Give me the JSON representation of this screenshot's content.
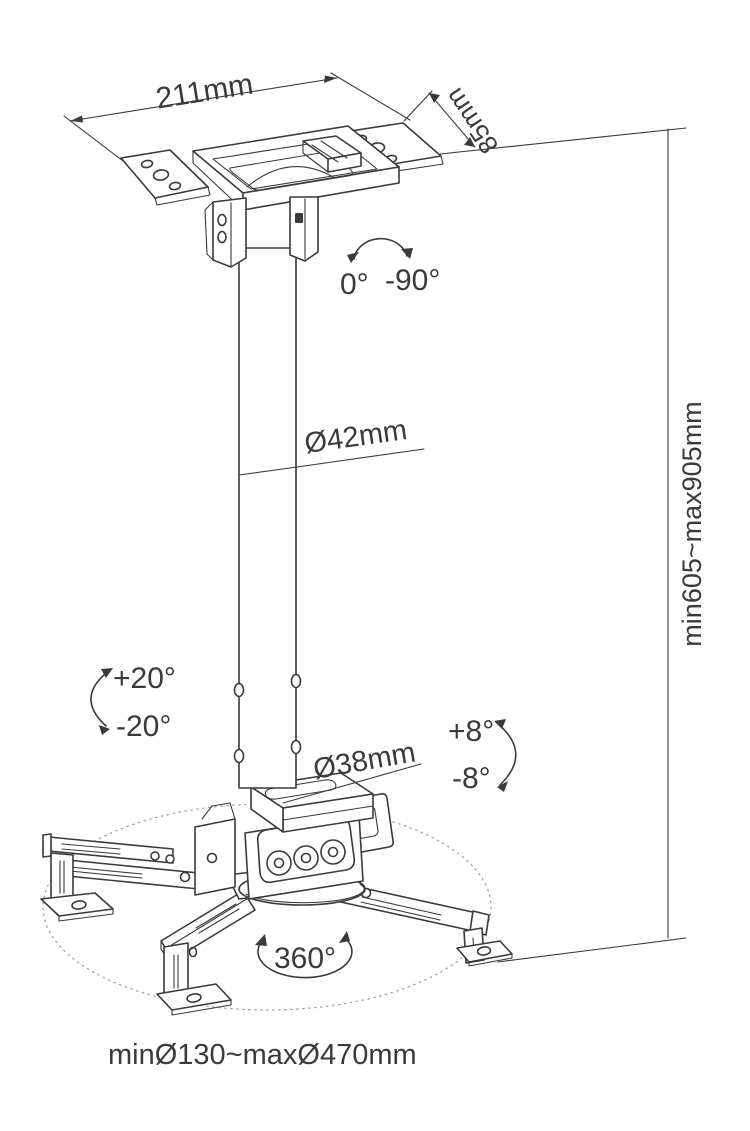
{
  "diagram": {
    "description": "Isometric technical line drawing of a projector ceiling mount with ceiling plate, telescoping drop pole and four adjustable spider arms",
    "colors": {
      "line": "#3a3a3a",
      "guide_line": "#9b9b9b",
      "text": "#3a3a3a",
      "background": "#ffffff"
    },
    "dimensions": {
      "plate_width": "211mm",
      "plate_depth": "85mm",
      "upper_pole_diameter": "Ø42mm",
      "lower_pole_diameter": "Ø38mm",
      "height_range": "min605~max905mm",
      "arm_spread_range": "minØ130~maxØ470mm"
    },
    "adjustments": {
      "pole_pivot_min": "0°",
      "pole_pivot_max": "-90°",
      "roll_plus": "+20°",
      "roll_minus": "-20°",
      "tilt_plus": "+8°",
      "tilt_minus": "-8°",
      "rotation": "360°"
    }
  }
}
